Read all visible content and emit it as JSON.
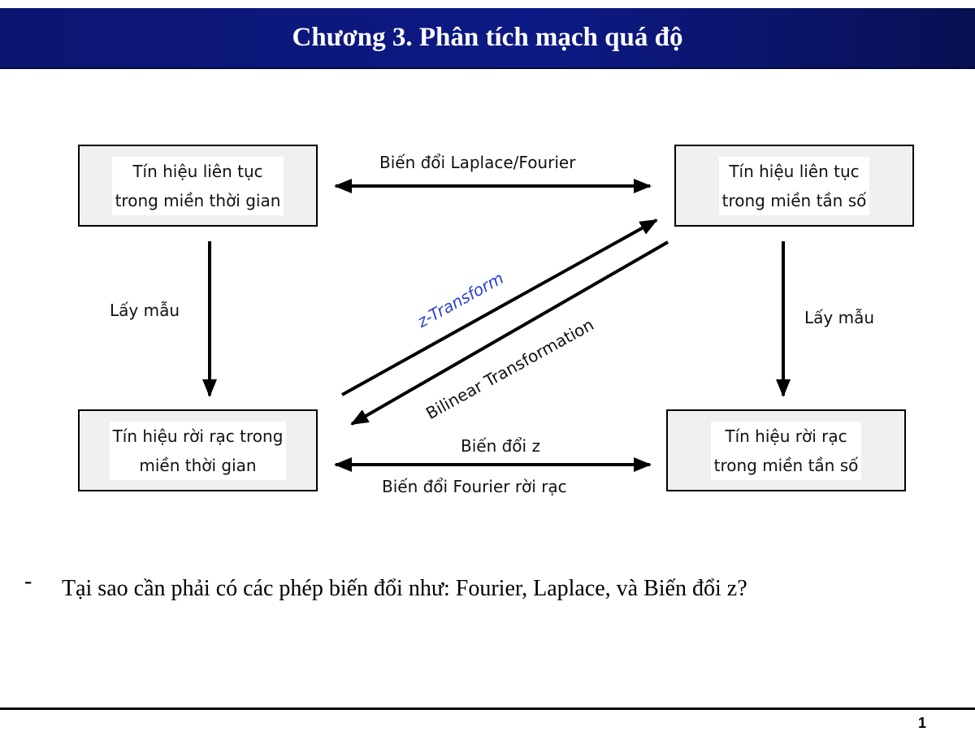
{
  "slide": {
    "title": "Chương 3. Phân tích mạch quá độ",
    "bullet_marker": "-",
    "bullet_text": "Tại sao cần phải có các phép biến đổi như: Fourier, Laplace, và Biến đổi z?",
    "page_number": "1"
  },
  "diagram": {
    "nodes": {
      "ct_time": {
        "line1": "Tín hiệu liên tục",
        "line2": "trong miền thời gian"
      },
      "ct_freq": {
        "line1": "Tín hiệu liên tục",
        "line2": "trong miền tần số"
      },
      "dt_time": {
        "line1": "Tín hiệu rời rạc trong",
        "line2": "miền thời gian"
      },
      "dt_freq": {
        "line1": "Tín hiệu rời rạc",
        "line2": "trong miền tần số"
      }
    },
    "edges": {
      "laplace_fourier": "Biến đổi Laplace/Fourier",
      "sampling_left": "Lấy mẫu",
      "sampling_right": "Lấy mẫu",
      "z_transform": "z-Transform",
      "bilinear": "Bilinear Transformation",
      "z_transform_vn": "Biến đổi z",
      "dft": "Biến đổi Fourier rời rạc"
    },
    "colors": {
      "z_transform_label": "#2b3fd6",
      "title_bar": "#0d1a86"
    }
  }
}
